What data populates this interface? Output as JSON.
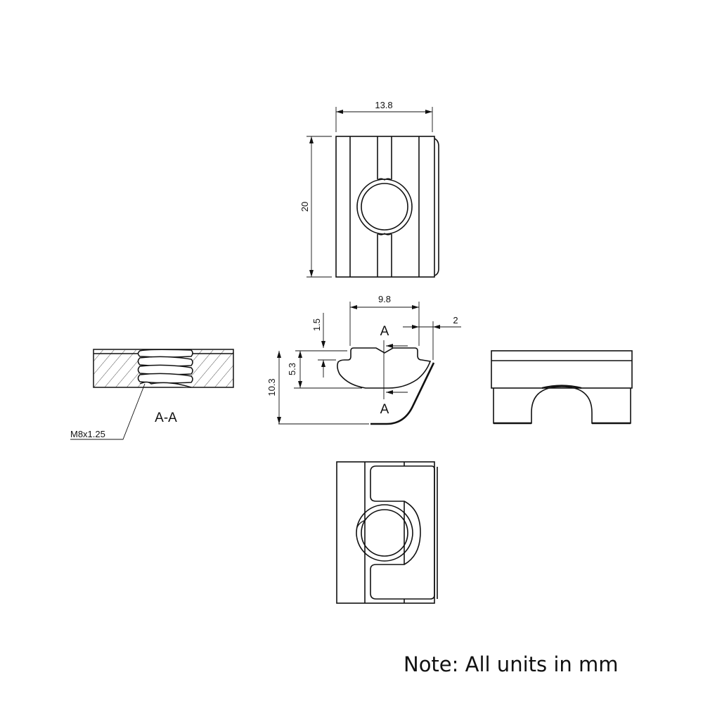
{
  "drawing": {
    "subject": "Aluminium profile T-slot nut technical drawing",
    "views": {
      "top_view": {
        "name": "top-view"
      },
      "front_view": {
        "name": "front-view"
      },
      "section_view": {
        "name": "section-view",
        "label": "A-A"
      },
      "side_view": {
        "name": "side-view"
      },
      "bottom_view": {
        "name": "bottom-view"
      }
    },
    "dimensions": {
      "top_width": "13.8",
      "top_height": "20",
      "profile_width": "9.8",
      "flange_offset": "2",
      "shoulder_height": "1.5",
      "body_height": "5.3",
      "total_height": "10.3"
    },
    "section_markers": {
      "upper": "A",
      "lower": "A"
    },
    "thread_callout": "M8x1.25",
    "note": "Note: All units in mm"
  }
}
